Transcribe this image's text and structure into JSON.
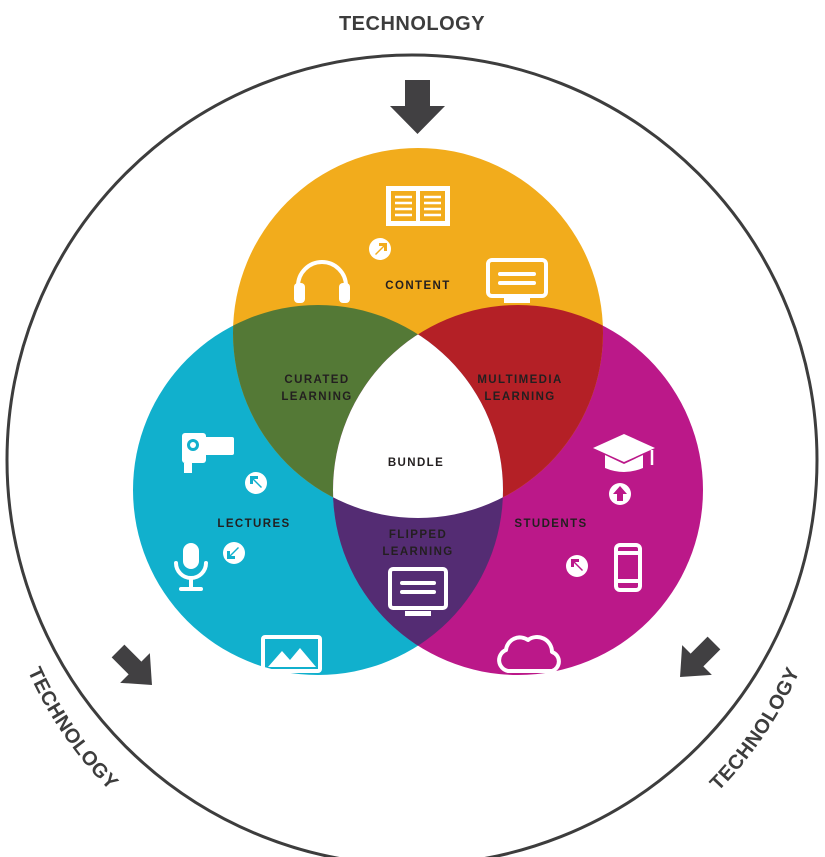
{
  "technology_labels": {
    "top": "TECHNOLOGY",
    "left": "TECHNOLOGY",
    "right": "TECHNOLOGY"
  },
  "circles": {
    "content": {
      "label": "CONTENT",
      "color": "#f2ac1c"
    },
    "lectures": {
      "label": "LECTURES",
      "color": "#11b0cd"
    },
    "students": {
      "label": "STUDENTS",
      "color": "#bb1889"
    }
  },
  "overlaps": {
    "curated": {
      "label_line1": "CURATED",
      "label_line2": "LEARNING",
      "color": "#547936"
    },
    "multimedia": {
      "label_line1": "MULTIMEDIA",
      "label_line2": "LEARNING",
      "color": "#b42026"
    },
    "flipped": {
      "label_line1": "FLIPPED",
      "label_line2": "LEARNING",
      "color": "#542c73"
    },
    "center": {
      "label": "BUNDLE",
      "color": "#ffffff"
    }
  },
  "colors": {
    "arrow": "#414042",
    "ring": "#3d3d3d",
    "text_dark": "#231f20"
  },
  "icons": [
    "book-icon",
    "headphones-icon",
    "monitor-icon",
    "link-arrow-icon",
    "video-camera-icon",
    "microphone-icon",
    "image-icon",
    "graduation-cap-icon",
    "smartphone-icon",
    "cloud-icon",
    "upload-arrow-icon"
  ]
}
